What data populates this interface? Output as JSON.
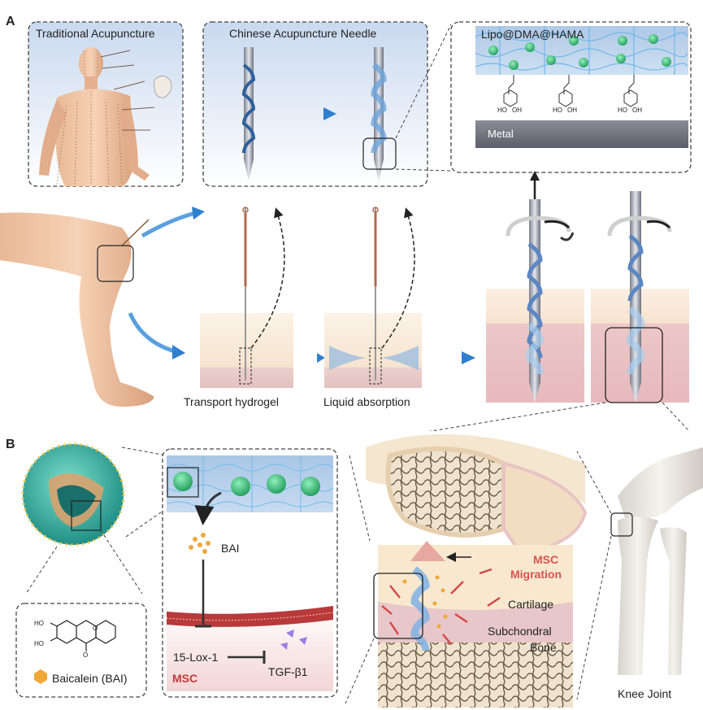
{
  "panels": {
    "a_letter": "A",
    "b_letter": "B"
  },
  "panel_a": {
    "traditional_title": "Traditional Acupuncture",
    "needle_title": "Chinese Acupuncture Needle",
    "coating_title": "Lipo@DMA@HAMA",
    "metal_label": "Metal",
    "catechol_labels": [
      "HO",
      "OH"
    ],
    "transport_label": "Transport hydrogel",
    "absorption_label": "Liquid absorption"
  },
  "panel_b": {
    "bai_label": "BAI",
    "lox_label": "15-Lox-1",
    "tgf_label": "TGF-β1",
    "msc_label": "MSC",
    "compound_label": "Baicalein (BAI)",
    "compound_atoms": [
      "HO",
      "HO",
      "O",
      "O"
    ],
    "migration_label_1": "MSC",
    "migration_label_2": "Migration",
    "cartilage_label": "Cartilage",
    "subchondral_label_1": "Subchondral",
    "subchondral_label_2": "Bone",
    "knee_label": "Knee Joint"
  },
  "colors": {
    "accent_blue": "#3d8fd6",
    "hydrogel_blue": "#b7cde6",
    "msc_red": "#d9534f",
    "bead_green": "#3fbf7f",
    "metal_gray": "#6e6e78",
    "tissue_pink": "#e9c3c3",
    "skin_cream": "#f7ead8"
  }
}
